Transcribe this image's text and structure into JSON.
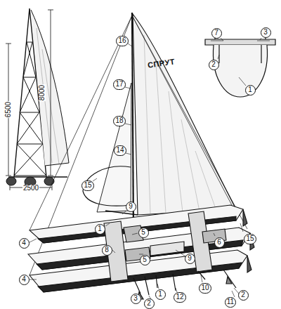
{
  "diagram": {
    "labels": [
      "8000",
      "6500",
      "2500",
      "7",
      "3",
      "2",
      "1",
      "16",
      "СПРУТ",
      "17",
      "18",
      "14",
      "15",
      "9",
      "1",
      "5",
      "6",
      "15",
      "4",
      "8",
      "5",
      "9",
      "4",
      "10",
      "1",
      "12",
      "3",
      "2",
      "2",
      "11"
    ]
  }
}
